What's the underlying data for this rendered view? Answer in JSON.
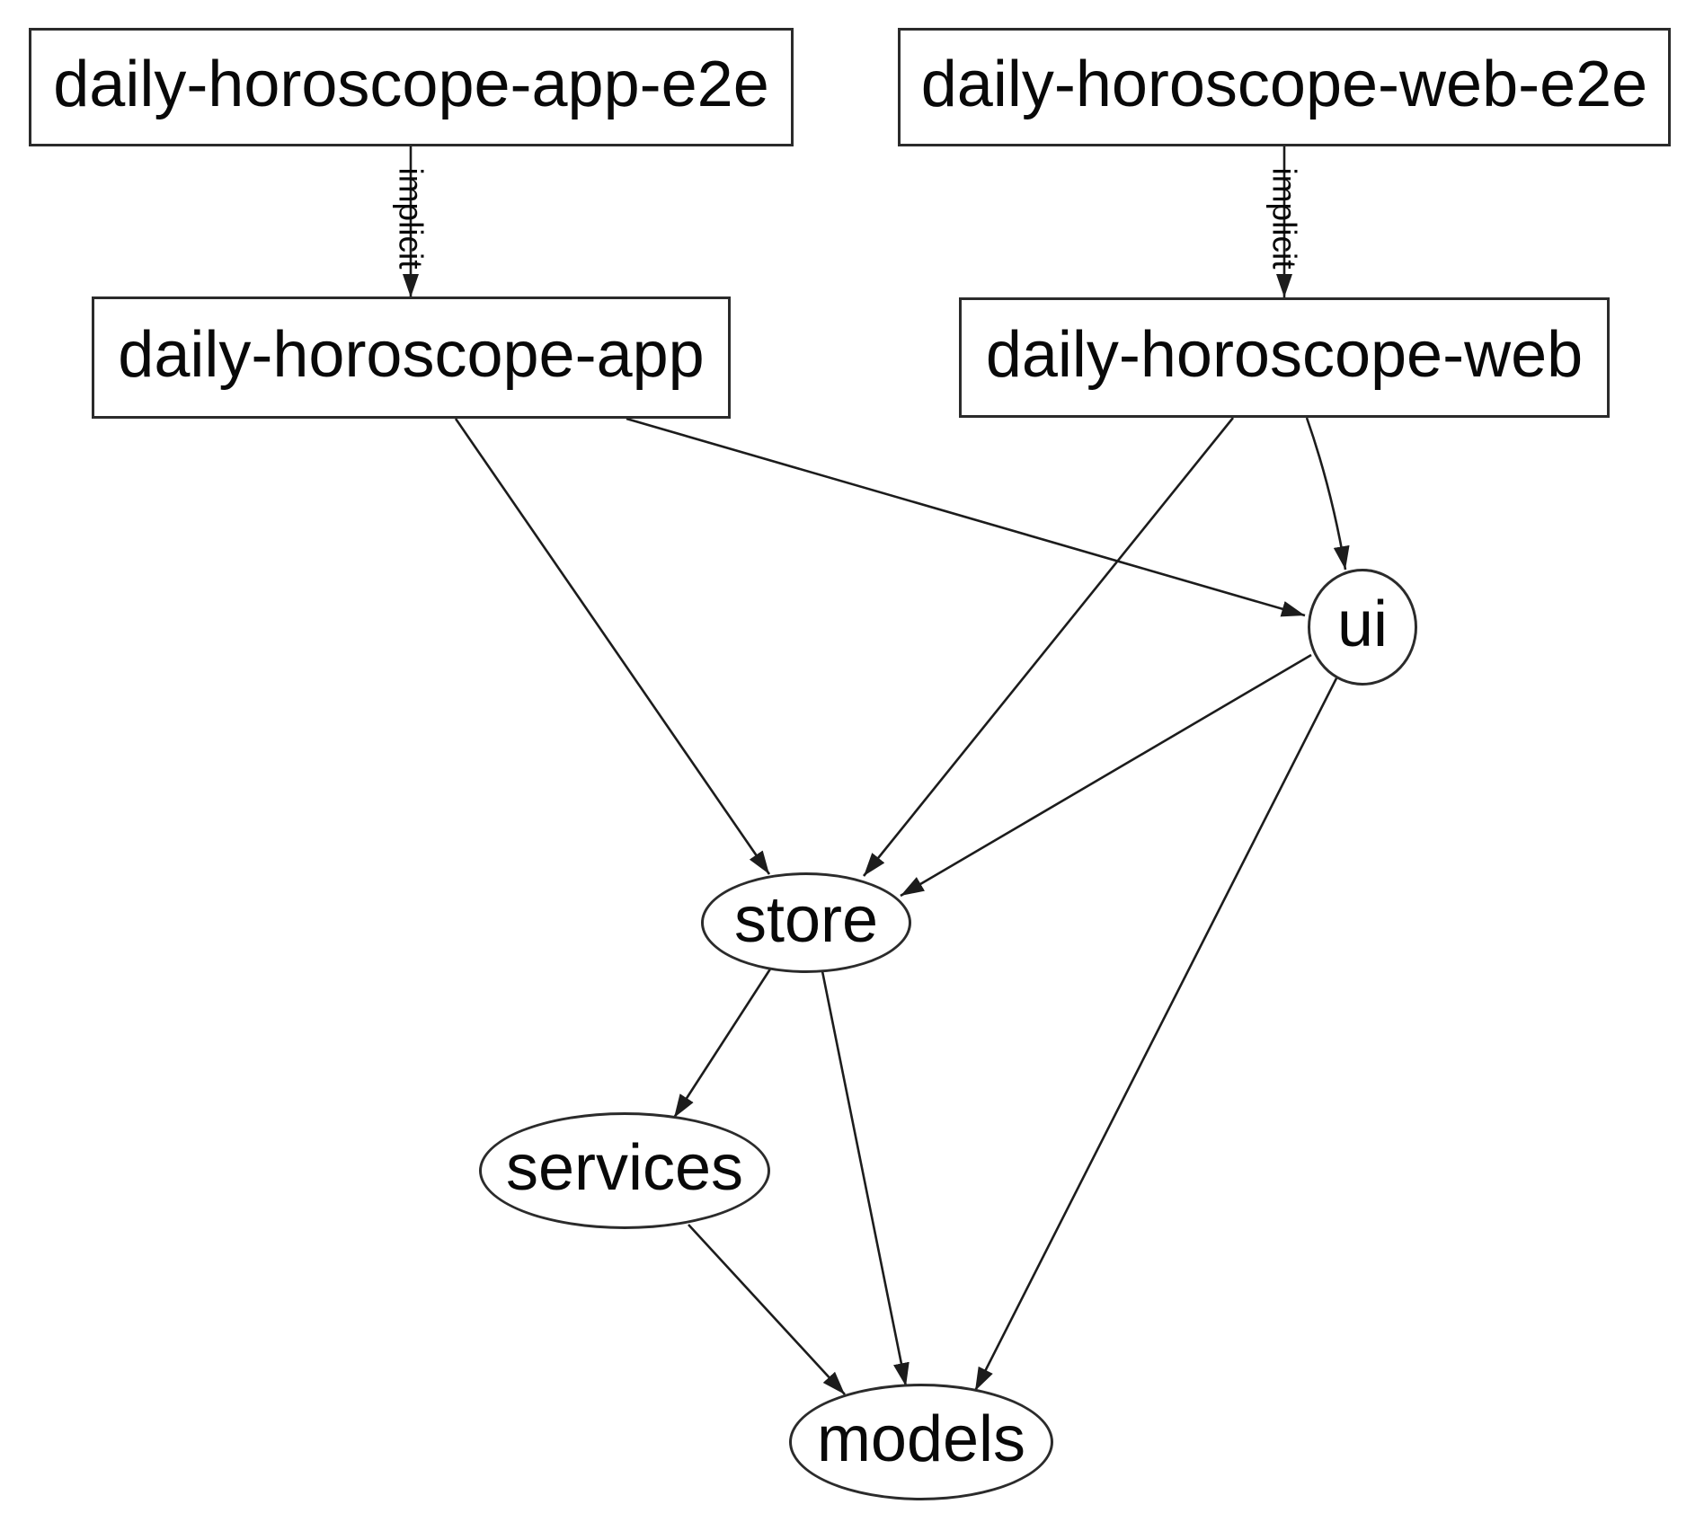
{
  "diagram": {
    "type": "project-dependency-graph",
    "background_color": "#ffffff",
    "line_color": "#1c1c1c",
    "text_color": "#090909",
    "nodes": [
      {
        "id": "daily-horoscope-app-e2e",
        "label": "daily-horoscope-app-e2e",
        "shape": "rect"
      },
      {
        "id": "daily-horoscope-web-e2e",
        "label": "daily-horoscope-web-e2e",
        "shape": "rect"
      },
      {
        "id": "daily-horoscope-app",
        "label": "daily-horoscope-app",
        "shape": "rect"
      },
      {
        "id": "daily-horoscope-web",
        "label": "daily-horoscope-web",
        "shape": "rect"
      },
      {
        "id": "ui",
        "label": "ui",
        "shape": "ellipse"
      },
      {
        "id": "store",
        "label": "store",
        "shape": "ellipse"
      },
      {
        "id": "services",
        "label": "services",
        "shape": "ellipse"
      },
      {
        "id": "models",
        "label": "models",
        "shape": "ellipse"
      }
    ],
    "edges": [
      {
        "from": "daily-horoscope-app-e2e",
        "to": "daily-horoscope-app",
        "label": "implicit",
        "style": "solid"
      },
      {
        "from": "daily-horoscope-web-e2e",
        "to": "daily-horoscope-web",
        "label": "implicit",
        "style": "solid"
      },
      {
        "from": "daily-horoscope-app",
        "to": "store",
        "label": "",
        "style": "solid"
      },
      {
        "from": "daily-horoscope-app",
        "to": "ui",
        "label": "",
        "style": "solid"
      },
      {
        "from": "daily-horoscope-web",
        "to": "store",
        "label": "",
        "style": "solid"
      },
      {
        "from": "daily-horoscope-web",
        "to": "ui",
        "label": "",
        "style": "solid"
      },
      {
        "from": "ui",
        "to": "store",
        "label": "",
        "style": "solid"
      },
      {
        "from": "ui",
        "to": "models",
        "label": "",
        "style": "solid"
      },
      {
        "from": "store",
        "to": "services",
        "label": "",
        "style": "solid"
      },
      {
        "from": "store",
        "to": "models",
        "label": "",
        "style": "solid"
      },
      {
        "from": "services",
        "to": "models",
        "label": "",
        "style": "solid"
      }
    ]
  }
}
